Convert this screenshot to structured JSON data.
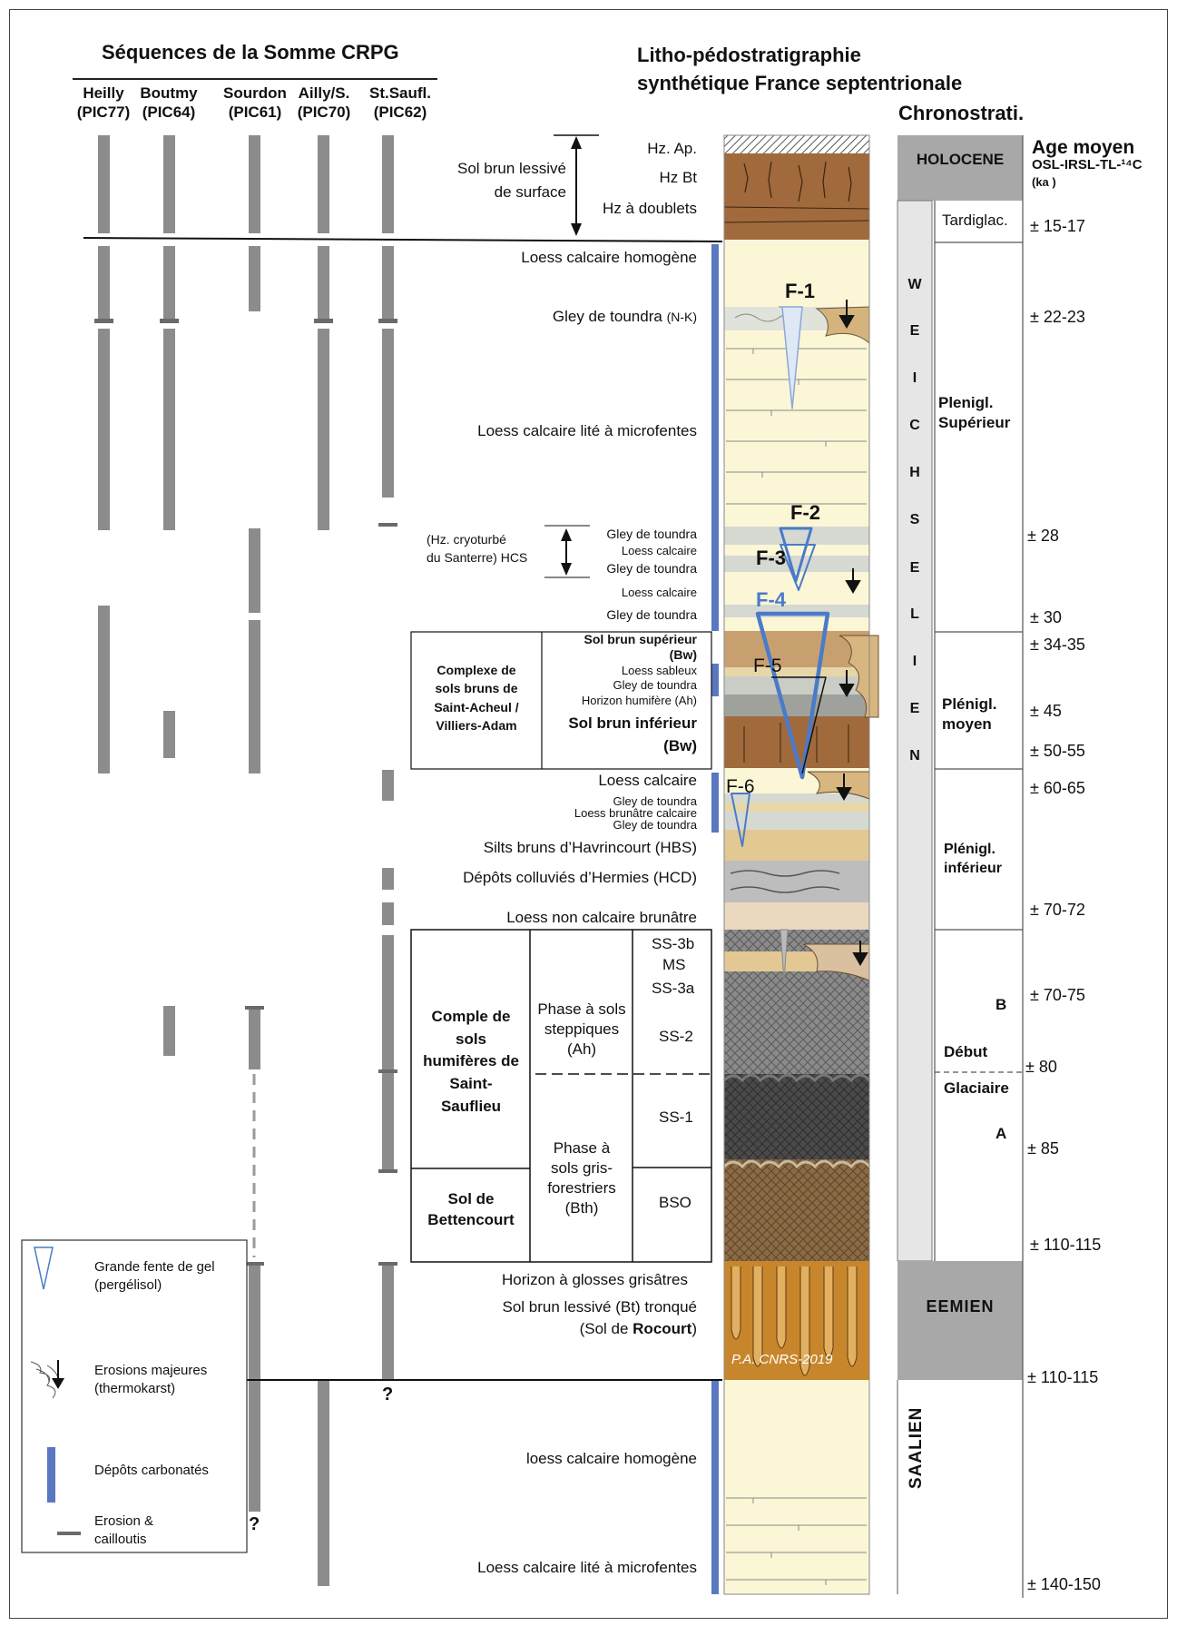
{
  "left_title": "Séquences de la Somme CRPG",
  "sequences": [
    {
      "name": "Heilly",
      "code": "(PIC77)"
    },
    {
      "name": "Boutmy",
      "code": "(PIC64)"
    },
    {
      "name": "Sourdon",
      "code": "(PIC61)"
    },
    {
      "name": "Ailly/S.",
      "code": "(PIC70)"
    },
    {
      "name": "St.Saufl.",
      "code": "(PIC62)"
    }
  ],
  "center_title": [
    "Litho-pédostratigraphie",
    "synthétique France septentrionale"
  ],
  "chrono_title": "Chronostrati.",
  "age_title": [
    "Age moyen",
    "OSL-IRSL-TL-¹⁴C",
    "(ka )"
  ],
  "horizons": {
    "hz_ap": "Hz. Ap.",
    "hz_bt": "Hz Bt",
    "hz_doublets": "Hz à doublets",
    "sol_surface_1": "Sol brun lessivé",
    "sol_surface_2": "de surface",
    "loess_homogene_top": "Loess calcaire homogène",
    "gley_nk": "Gley de toundra",
    "gley_nk_code": "(N-K)",
    "loess_lite": "Loess calcaire lité à microfentes",
    "hcs_1": "(Hz. cryoturbé",
    "hcs_2": "du Santerre) HCS",
    "gley_a": "Gley de toundra",
    "loess_calc_small": "Loess calcaire",
    "gley_b": "Gley de toundra",
    "loess_calc_small2": "Loess calcaire",
    "gley_c": "Gley de toundra",
    "sol_brun_sup": "Sol brun supérieur",
    "sol_brun_sup_bw": "(Bw)",
    "loess_sableux": "Loess sableux",
    "gley_d": "Gley de toundra",
    "horizon_humifere": "Horizon humifère (Ah)",
    "sol_brun_inf": "Sol brun inférieur",
    "sol_brun_inf_bw": "(Bw)",
    "complexe_1": "Complexe de",
    "complexe_2": "sols bruns de",
    "complexe_3": "Saint-Acheul /",
    "complexe_4": "Villiers-Adam",
    "loess_calcaire": "Loess calcaire",
    "gley_e": "Gley de toundra",
    "loess_brunatre_calc": "Loess brunâtre calcaire",
    "gley_f": "Gley de toundra",
    "hbs": "Silts bruns d’Havrincourt (HBS)",
    "hcd": "Dépôts colluviés d’Hermies (HCD)",
    "loess_non_calc": "Loess non calcaire brunâtre",
    "ss3b": "SS-3b",
    "ms": "MS",
    "ss3a": "SS-3a",
    "ss2": "SS-2",
    "ss1": "SS-1",
    "bso": "BSO",
    "comple_1": "Comple de",
    "comple_2": "sols",
    "comple_3": "humifères de",
    "comple_4": "Saint-",
    "comple_5": "Sauflieu",
    "phase_step_1": "Phase à sols",
    "phase_step_2": "steppiques",
    "phase_step_3": "(Ah)",
    "phase_gris_1": "Phase à",
    "phase_gris_2": "sols gris-",
    "phase_gris_3": "forestriers",
    "phase_gris_4": "(Bth)",
    "bettencourt_1": "Sol de",
    "bettencourt_2": "Bettencourt",
    "glosses": "Horizon à glosses grisâtres",
    "rocourt_1": "Sol brun lessivé (Bt) tronqué",
    "rocourt_2a": "(Sol de ",
    "rocourt_2b": "Rocourt",
    "rocourt_2c": ")",
    "loess_homogene_bottom": "loess calcaire homogène",
    "loess_lite_bottom": "Loess calcaire lité à microfentes"
  },
  "frost_wedges": [
    "F-1",
    "F-2",
    "F-3",
    "F-4",
    "F-5",
    "F-6"
  ],
  "credit": "P.A. CNRS-2019",
  "question_marks": [
    "?",
    "?"
  ],
  "chrono": {
    "holocene": "HOLOCENE",
    "weichselien_letters": [
      "W",
      "E",
      "I",
      "C",
      "H",
      "S",
      "E",
      "L",
      "I",
      "E",
      "N"
    ],
    "tardiglac": "Tardiglac.",
    "plenigl_sup_1": "Plenigl.",
    "plenigl_sup_2": "Supérieur",
    "plenigl_moy_1": "Plénigl.",
    "plenigl_moy_2": "moyen",
    "plenigl_inf_1": "Plénigl.",
    "plenigl_inf_2": "inférieur",
    "b": "B",
    "debut": "Début",
    "glaciaire": "Glaciaire",
    "a": "A",
    "eemien": "EEMIEN",
    "saalien": "SAALIEN"
  },
  "ages": [
    "± 15-17",
    "± 22-23",
    "± 28",
    "± 30",
    "± 34-35",
    "± 45",
    "± 50-55",
    "± 60-65",
    "± 70-72",
    "± 70-75",
    "± 80",
    "± 85",
    "± 110-115",
    "± 110-115",
    "± 140-150"
  ],
  "legend": {
    "frost_1": "Grande fente de gel",
    "frost_2": "(pergélisol)",
    "erosion_1": "Erosions majeures",
    "erosion_2": "(thermokarst)",
    "carbonate": "Dépôts carbonatés",
    "cail_1": "Erosion &",
    "cail_2": "cailloutis"
  },
  "colors": {
    "seq_bar": "#8c8c8c",
    "carbonate_bar": "#5a78c0",
    "loess": "#fbf6d6",
    "brown_soil": "#a06a3c",
    "grey_box": "#a8a8a8",
    "weichsel_box": "#e6e6e6",
    "wedge": "#4a7bc8"
  }
}
